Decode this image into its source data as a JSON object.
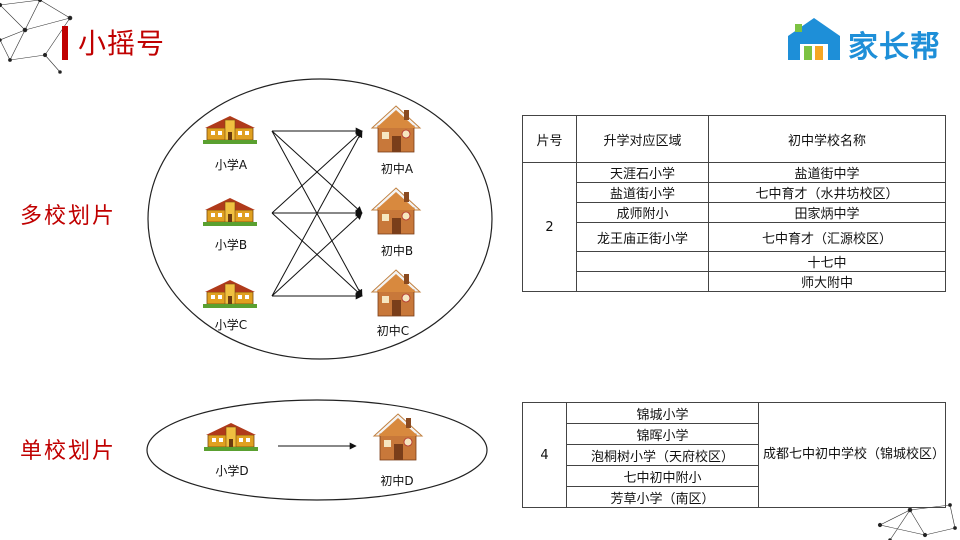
{
  "header": {
    "title": "小摇号"
  },
  "logo": {
    "text": "家长帮"
  },
  "sections": {
    "multi_label": "多校划片",
    "single_label": "单校划片"
  },
  "diagram": {
    "multi": {
      "primary_schools": [
        "小学A",
        "小学B",
        "小学C"
      ],
      "middle_schools": [
        "初中A",
        "初中B",
        "初中C"
      ]
    },
    "single": {
      "primary_school": "小学D",
      "middle_school": "初中D"
    }
  },
  "table1": {
    "headers": [
      "片号",
      "升学对应区域",
      "初中学校名称"
    ],
    "group_number": "2",
    "areas": [
      "天涯石小学",
      "盐道街小学",
      "成师附小",
      "龙王庙正街小学",
      "",
      ""
    ],
    "schools": [
      "盐道街中学",
      "七中育才（水井坊校区）",
      "田家炳中学",
      "七中育才（汇源校区）",
      "十七中",
      "师大附中"
    ]
  },
  "table2": {
    "group_number": "4",
    "areas": [
      "锦城小学",
      "锦晖小学",
      "泡桐树小学（天府校区）",
      "七中初中附小",
      "芳草小学（南区）"
    ],
    "school": "成都七中初中学校（锦城校区）"
  },
  "colors": {
    "accent": "#c00000",
    "logo_blue": "#1e8fd8",
    "logo_green": "#7cc242",
    "logo_orange": "#f6a623"
  }
}
